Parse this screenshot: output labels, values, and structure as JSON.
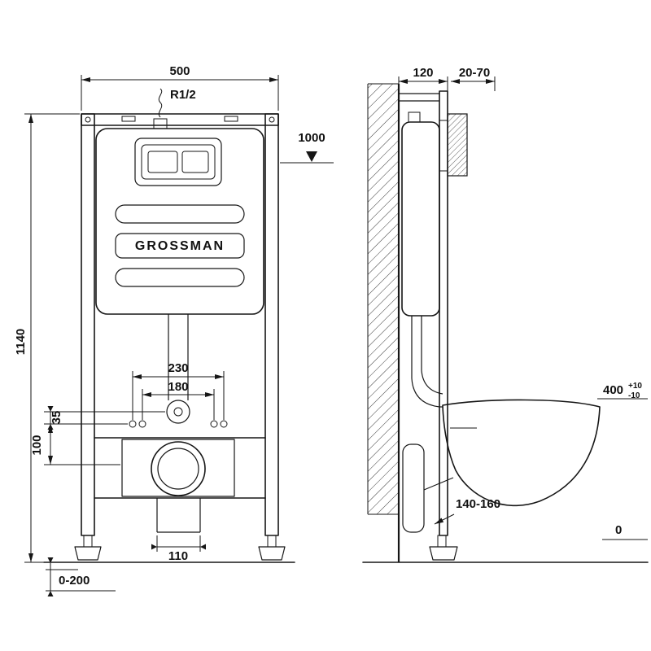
{
  "drawing": {
    "brand": "GROSSMAN",
    "front": {
      "width": "500",
      "height": "1140",
      "supply_thread": "R1/2",
      "level": "1000",
      "bolt_outer": "230",
      "bolt_inner": "180",
      "offset_100": "100",
      "offset_35": "35",
      "drain_width": "110",
      "foot_adjust": "0-200"
    },
    "side": {
      "depth": "120",
      "plate_range": "20-70",
      "bowl_height": "400",
      "bowl_height_plus": "+10",
      "bowl_height_minus": "-10",
      "drain_range": "140-160",
      "floor_level": "0"
    }
  }
}
